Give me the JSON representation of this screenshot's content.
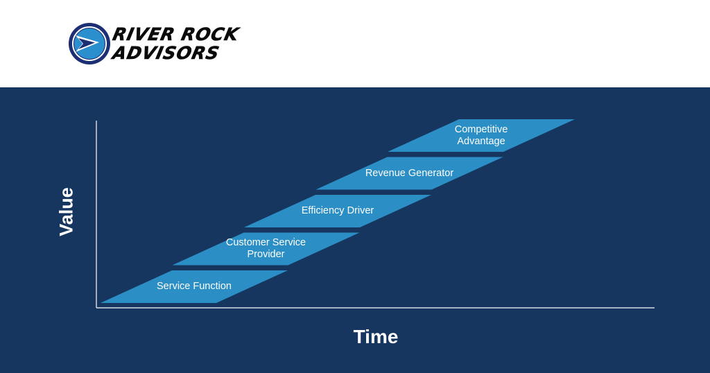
{
  "brand": {
    "line1": "RIVER ROCK",
    "line2": "ADVISORS",
    "colors": {
      "mark_outer": "#1c2f75",
      "mark_inner": "#2b8fce",
      "text": "#0a0a0a"
    }
  },
  "diagram": {
    "background": "#17365f",
    "band_color": "#2b8fc6",
    "axis_color": "#ffffff",
    "y_axis_label": "Value",
    "x_axis_label": "Time",
    "stages": [
      {
        "lines": [
          "Service Function"
        ]
      },
      {
        "lines": [
          "Customer Service",
          "Provider"
        ]
      },
      {
        "lines": [
          "Efficiency Driver"
        ]
      },
      {
        "lines": [
          "Revenue Generator"
        ]
      },
      {
        "lines": [
          "Competitive",
          "Advantage"
        ]
      }
    ]
  }
}
